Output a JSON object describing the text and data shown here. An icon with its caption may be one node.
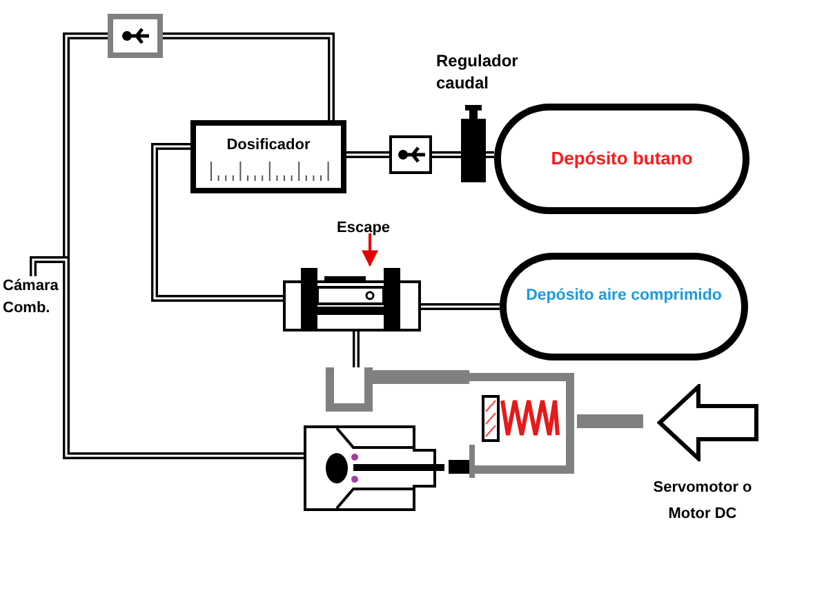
{
  "diagram": {
    "nodes": [
      {
        "text": [
          "Dosificador"
        ]
      },
      {
        "text": [
          "Depósito butano"
        ]
      },
      {
        "text": [
          "Depósito aire comprimido"
        ]
      },
      {
        "text": [
          "Regulador caudal"
        ]
      },
      {
        "text": [],
        "shape": "box"
      },
      {
        "text": [],
        "shape": "box"
      },
      {
        "text": [
          "Escape"
        ]
      },
      {
        "text": [],
        "shape": "box"
      },
      {
        "text": [
          "Cámara Comb."
        ]
      },
      {
        "text": [],
        "shape": "box"
      },
      {
        "text": [],
        "shape": "box"
      },
      {
        "text": [
          "Servomotor o Motor DC"
        ]
      },
      {
        "text": [],
        "shape": "box"
      }
    ],
    "edges": [
      {
        "from": 8,
        "to": 5,
        "arrow": "none"
      },
      {
        "from": 8,
        "to": 9,
        "arrow": "none"
      },
      {
        "from": 5,
        "to": 0,
        "arrow": "none"
      },
      {
        "from": 0,
        "to": 4,
        "arrow": "none"
      },
      {
        "from": 4,
        "to": 3,
        "arrow": "none"
      },
      {
        "from": 3,
        "to": 1,
        "arrow": "none"
      },
      {
        "from": 0,
        "to": 7,
        "arrow": "none"
      },
      {
        "from": 7,
        "to": 2,
        "arrow": "none"
      },
      {
        "from": 6,
        "to": 7,
        "arrow": "to",
        "color": "#e60000"
      },
      {
        "from": 7,
        "to": 12,
        "arrow": "none"
      },
      {
        "from": 12,
        "to": 10,
        "arrow": "none",
        "style": "thick",
        "color": "#808080"
      },
      {
        "from": 10,
        "to": 9,
        "arrow": "none",
        "style": "thick"
      },
      {
        "from": 11,
        "to": 10,
        "arrow": "none",
        "style": "thick",
        "color": "#808080"
      }
    ]
  }
}
